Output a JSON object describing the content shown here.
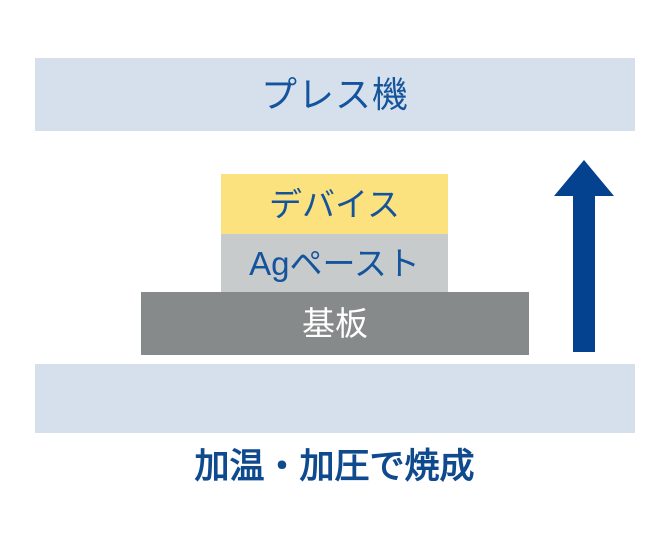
{
  "diagram": {
    "title": "加温・加圧で焼成",
    "colors": {
      "press_plate": "#d6e0ec",
      "device": "#fce27e",
      "ag_paste": "#c8cbcb",
      "substrate": "#878a8a",
      "text_blue": "#14549c",
      "caption_blue": "#0f4a8f",
      "arrow_blue": "#04428f",
      "text_white": "#ffffff",
      "background": "#ffffff"
    }
  },
  "press": {
    "top_label": "プレス機",
    "bottom_label": ""
  },
  "stack": {
    "layers": [
      {
        "name": "device",
        "label": "デバイス"
      },
      {
        "name": "ag-paste",
        "label": "Agペースト"
      },
      {
        "name": "substrate",
        "label": "基板"
      }
    ]
  },
  "arrow": {
    "icon": "arrow-up-icon",
    "direction": "up"
  },
  "caption": {
    "text": "加温・加圧で焼成"
  }
}
